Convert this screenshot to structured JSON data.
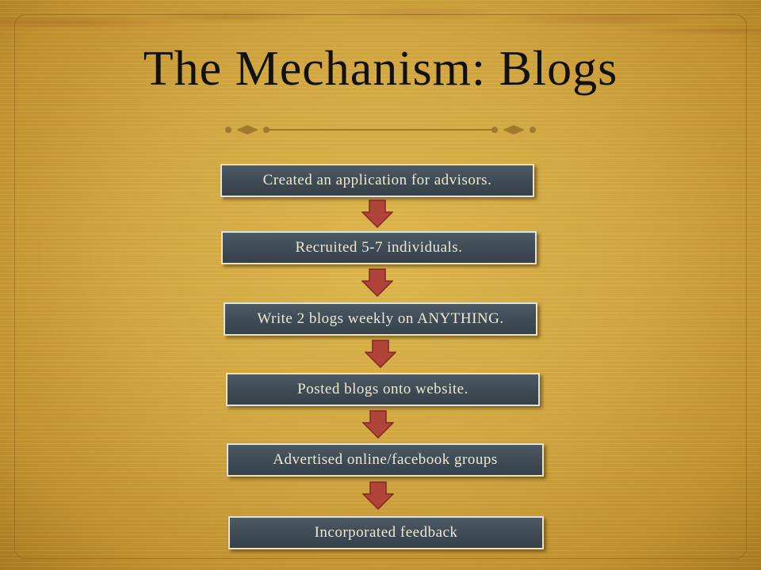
{
  "slide": {
    "title": "The Mechanism: Blogs",
    "steps": [
      "Created an application for advisors.",
      "Recruited 5-7 individuals.",
      "Write 2 blogs weekly on ANYTHING.",
      "Posted blogs onto website.",
      "Advertised online/facebook groups",
      "Incorporated feedback"
    ]
  },
  "colors": {
    "background": "#d1a640",
    "box_fill": "#3e4a54",
    "box_border": "#e9e2cf",
    "box_text": "#efe8d2",
    "arrow": "#b0443a",
    "title": "#111111"
  }
}
